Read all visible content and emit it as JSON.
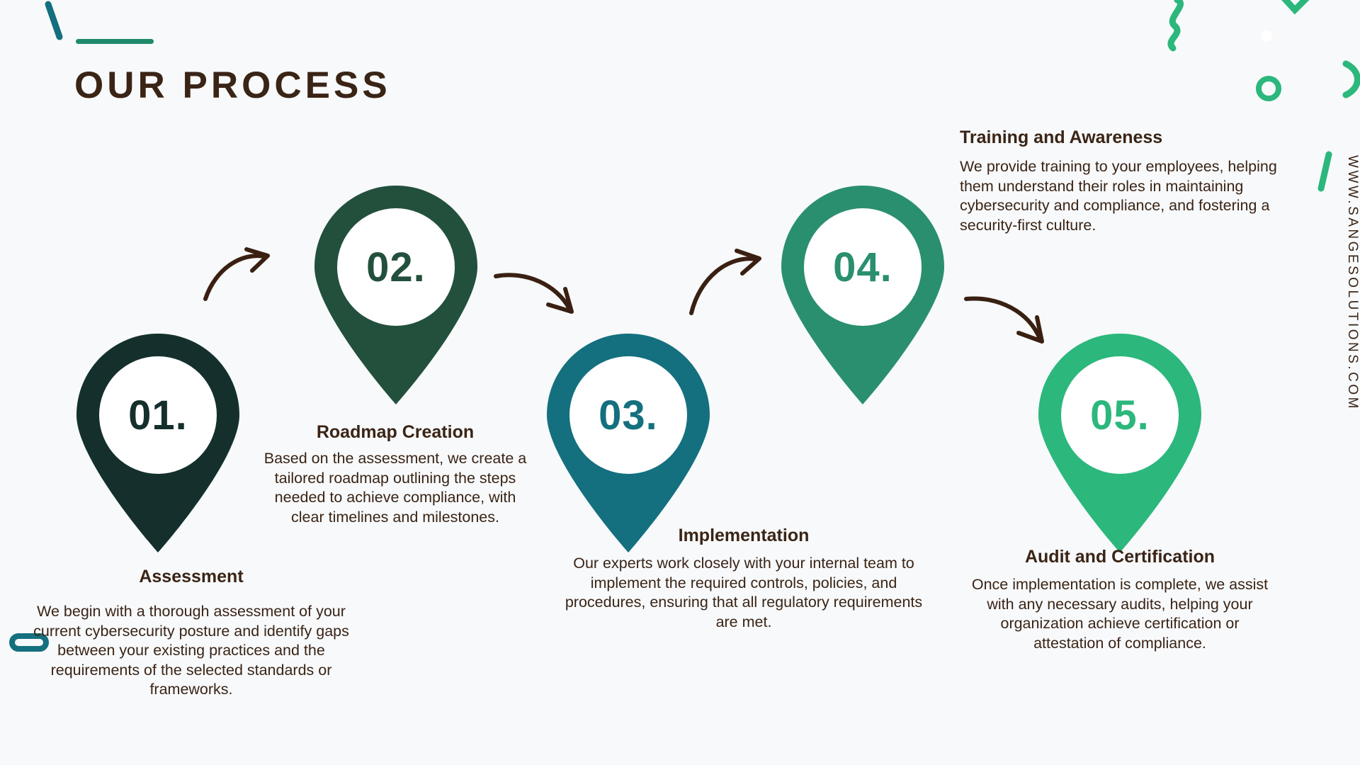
{
  "header": {
    "title": "OUR PROCESS",
    "accent_color": "#1f8a6b",
    "title_color": "#3a2415"
  },
  "background_color": "#f7f9fb",
  "footer": {
    "website": "WWW.SANGESOLUTIONS.COM"
  },
  "steps": [
    {
      "number": "01.",
      "title": "Assessment",
      "body": "We begin with a thorough assessment of your current cybersecurity posture and identify gaps between your existing practices and the requirements of the selected standards or frameworks.",
      "color": "#15302c"
    },
    {
      "number": "02.",
      "title": "Roadmap Creation",
      "body": "Based on the assessment, we create a tailored roadmap outlining the steps needed to achieve compliance, with clear timelines and milestones.",
      "color": "#23503c"
    },
    {
      "number": "03.",
      "title": "Implementation",
      "body": "Our experts work closely with your internal team to implement the required controls, policies, and procedures, ensuring that all regulatory requirements are met.",
      "color": "#14707e"
    },
    {
      "number": "04.",
      "title": "Training and Awareness",
      "body": "We provide training to your employees, helping them understand their roles in maintaining cybersecurity and compliance, and fostering a security-first culture.",
      "color": "#2a8f6f"
    },
    {
      "number": "05.",
      "title": "Audit and Certification",
      "body": "Once implementation is complete, we assist with any necessary audits, helping your organization achieve certification or attestation of compliance.",
      "color": "#2cb77c"
    }
  ],
  "arrows": {
    "color": "#3a2012",
    "count": 4
  },
  "decorations": {
    "green": "#2cb77c",
    "teal": "#14707e"
  }
}
